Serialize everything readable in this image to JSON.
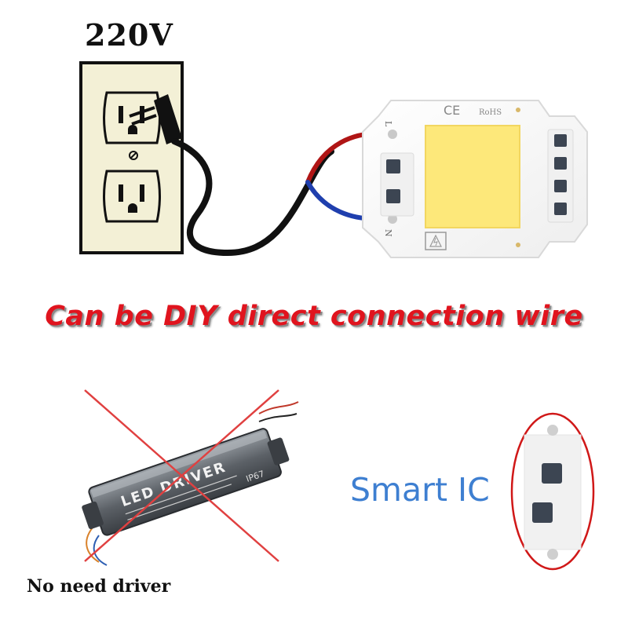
{
  "supply": {
    "voltage": "220V"
  },
  "chip": {
    "ce_mark": "CE",
    "rohs_mark": "RoHS",
    "pin_l": "L",
    "pin_n": "N"
  },
  "headline": "Can be DIY direct connection wire",
  "driver": {
    "label": "LED DRIVER",
    "rating": "IP67",
    "caption": "No need driver"
  },
  "smart_ic": {
    "label": "Smart IC"
  },
  "colors": {
    "headline": "#e0141e",
    "smart_ic": "#3e7fd1",
    "led_emitter": "#fde87a",
    "cross": "#e04040",
    "live_wire": "#b01515",
    "neutral_wire": "#1f3fae"
  }
}
